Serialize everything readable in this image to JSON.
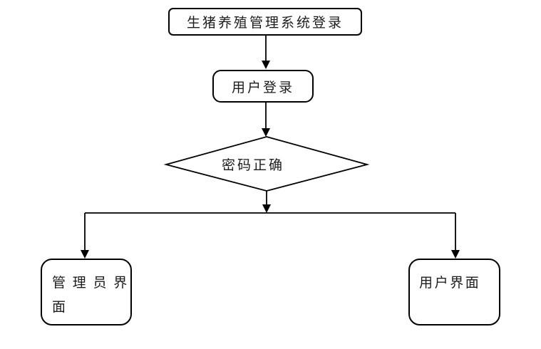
{
  "diagram": {
    "type": "flowchart",
    "nodes": {
      "system_login": {
        "label": "生猪养殖管理系统登录",
        "shape": "rounded-rectangle"
      },
      "user_login": {
        "label": "用户登录",
        "shape": "rounded-rectangle"
      },
      "password_check": {
        "label": "密码正确",
        "shape": "decision-diamond"
      },
      "admin_interface": {
        "label": "管 理 员 界\n面",
        "shape": "rounded-rectangle"
      },
      "user_interface": {
        "label": "用户界面",
        "shape": "rounded-rectangle"
      }
    },
    "edges": [
      {
        "from": "system_login",
        "to": "user_login"
      },
      {
        "from": "user_login",
        "to": "password_check"
      },
      {
        "from": "password_check",
        "to": "admin_interface"
      },
      {
        "from": "password_check",
        "to": "user_interface"
      }
    ],
    "colors": {
      "stroke": "#000000",
      "node_fill": "#ffffff",
      "text": "#1c1c1c",
      "background": "#ffffff"
    }
  }
}
